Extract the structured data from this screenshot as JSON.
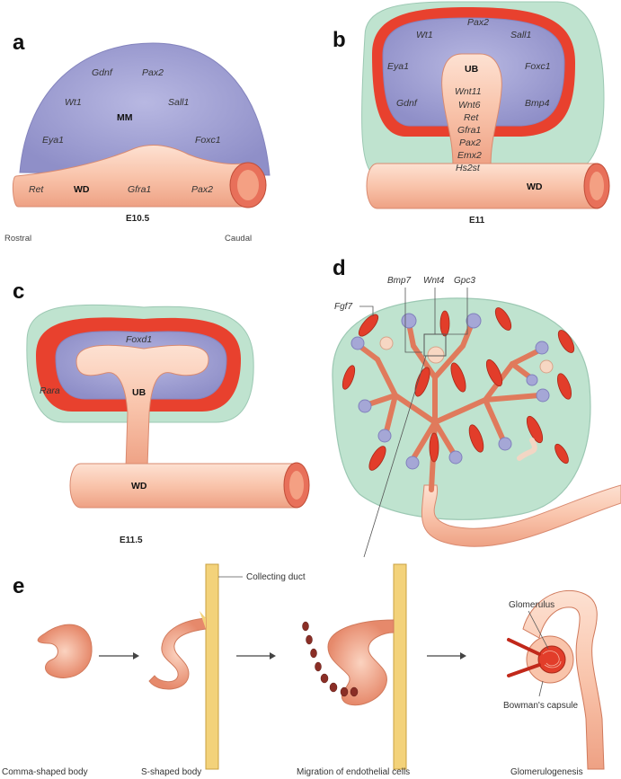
{
  "panels": {
    "a": {
      "label": "a",
      "genes_mm": [
        "Gdnf",
        "Pax2",
        "Wt1",
        "Sall1",
        "Eya1",
        "Foxc1"
      ],
      "genes_wd": [
        "Ret",
        "Gfra1",
        "Pax2"
      ],
      "mm": "MM",
      "wd": "WD",
      "stage": "E10.5",
      "rostral": "Rostral",
      "caudal": "Caudal"
    },
    "b": {
      "label": "b",
      "genes_mm": [
        "Pax2",
        "Wt1",
        "Sall1",
        "Eya1",
        "Foxc1",
        "Gdnf",
        "Bmp4"
      ],
      "ub": "UB",
      "genes_ub": [
        "Wnt11",
        "Wnt6",
        "Ret",
        "Gfra1",
        "Pax2",
        "Emx2",
        "Hs2st"
      ],
      "wd": "WD",
      "stage": "E11"
    },
    "c": {
      "label": "c",
      "foxd1": "Foxd1",
      "rara": "Rara",
      "ub": "UB",
      "wd": "WD",
      "stage": "E11.5"
    },
    "d": {
      "label": "d",
      "genes": [
        "Bmp7",
        "Wnt4",
        "Gpc3",
        "Fgf7"
      ]
    },
    "e": {
      "label": "e",
      "collecting_duct": "Collecting duct",
      "glomerulus": "Glomerulus",
      "bowmans_capsule": "Bowman's capsule",
      "captions": [
        "Comma-shaped body",
        "S-shaped body",
        "Migration of endothelial cells",
        "Glomerulogenesis"
      ]
    }
  },
  "colors": {
    "mesenchyme": "#a9a8d6",
    "duct": "#f9c4ab",
    "stroma": "#bfe3cf",
    "red": "#e8412e",
    "duct_yellow": "#f3d27a"
  }
}
